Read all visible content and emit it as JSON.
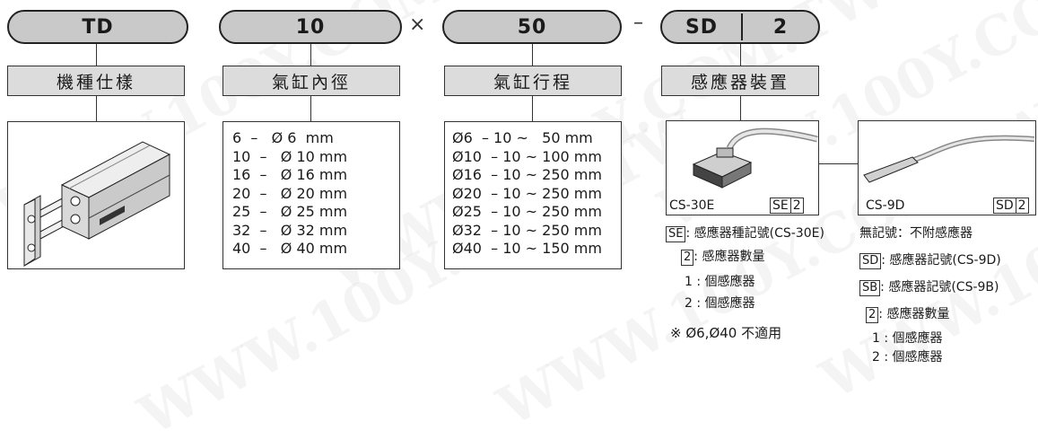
{
  "watermark": "WWW.100Y.COM.TW",
  "code_parts": {
    "model": "TD",
    "bore": "10",
    "times": "×",
    "stroke": "50",
    "dash": "–",
    "sensor_type": "SD",
    "sensor_qty": "2"
  },
  "labels": {
    "model": "機種仕樣",
    "bore": "氣缸內徑",
    "stroke": "氣缸行程",
    "sensor": "感應器裝置"
  },
  "bore_list": [
    "6  –   Ø 6  mm",
    "10  –   Ø 10 mm",
    "16  –   Ø 16 mm",
    "20  –   Ø 20 mm",
    "25  –   Ø 25 mm",
    "32  –   Ø 32 mm",
    "40  –   Ø 40 mm"
  ],
  "stroke_list": [
    "Ø6  – 10 ~   50 mm",
    "Ø10  – 10 ~ 100 mm",
    "Ø16  – 10 ~ 250 mm",
    "Ø20  – 10 ~ 250 mm",
    "Ø25  – 10 ~ 250 mm",
    "Ø32  – 10 ~ 250 mm",
    "Ø40  – 10 ~ 150 mm"
  ],
  "sensors": {
    "left": {
      "name": "CS-30E",
      "tag": "SE",
      "qty": "2"
    },
    "right": {
      "name": "CS-9D",
      "tag": "SD",
      "qty": "2"
    }
  },
  "notes_left": {
    "se_tag": "SE",
    "se_text": ": 感應器種記號(CS-30E)",
    "qty_tag": "2",
    "qty_text": ": 感應器數量",
    "one": "1 : 個感應器",
    "two": "2 : 個感應器",
    "remark": "※ Ø6,Ø40 不適用"
  },
  "notes_right": {
    "none": "無記號：不附感應器",
    "sd_tag": "SD",
    "sd_text": ": 感應器記號(CS-9D)",
    "sb_tag": "SB",
    "sb_text": ": 感應器記號(CS-9B)",
    "qty_tag": "2",
    "qty_text": ": 感應器數量",
    "one": "1 : 個感應器",
    "two": "2 : 個感應器"
  }
}
